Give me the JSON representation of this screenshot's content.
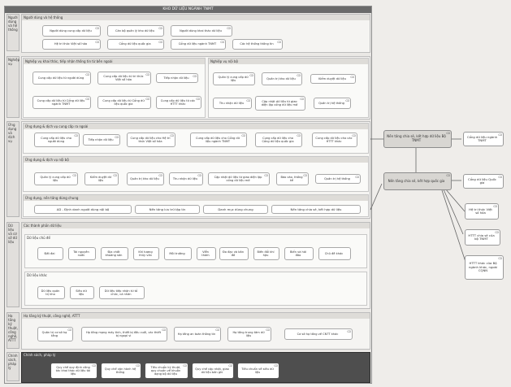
{
  "title": "KHO DỮ LIỆU NGÀNH TNMT",
  "cd": "CD",
  "layers": {
    "users": "Người dùng và hệ thống",
    "business": "Nghiệp vụ",
    "apps": "Ứng dụng và dịch vụ",
    "data": "Dữ liệu và cơ sở dữ liệu",
    "tech": "Hạ tầng kỹ thuật, công nghệ, ATTT",
    "policy": "Chính sách, pháp lý"
  },
  "users_panel": {
    "heading": "Người dùng và hệ thống",
    "boxes": [
      "Người dùng cung cấp dữ liệu",
      "Cán bộ quản lý kho dữ liệu",
      "Người dùng khai thác dữ liệu",
      "Hệ tri thức Việt số hóa",
      "Cổng dữ liệu quốc gia",
      "Cổng dữ liệu ngành TNMT",
      "Các hệ thống thông tin"
    ]
  },
  "biz_left": {
    "heading": "Nghiệp vụ khai thác, tiếp nhận thông tin từ bên ngoài",
    "boxes": [
      "Cung cấp dữ liệu từ người dùng",
      "Cung cấp dữ liệu từ tri thức Việt số hóa",
      "Tiếp nhận dữ liệu",
      "Cung cấp dữ liệu từ Cổng dữ liệu ngành TNMT",
      "Cung cấp dữ liệu từ Cổng dữ liệu quốc gia",
      "Cung cấp dữ liệu từ các HTTT khác"
    ]
  },
  "biz_right": {
    "heading": "Nghiệp vụ nội bộ",
    "boxes": [
      "Quản lý cung cấp dữ liệu",
      "Quản trị kho dữ liệu",
      "Kiểm duyệt dữ liệu",
      "Thu nhận dữ liệu",
      "Cập nhật dữ liệu từ giao diện lập cổng dữ liệu mở",
      "Quản trị hệ thống"
    ]
  },
  "app_ext": {
    "heading": "Ứng dụng & dịch vụ cung cấp ra ngoài",
    "boxes": [
      "Cung cấp dữ liệu cho người dùng",
      "Tiếp nhận dữ liệu",
      "Cung cấp dữ liệu cho Hệ tri thức Việt số hóa",
      "Cung cấp dữ liệu cho Cổng dữ liệu ngành TNMT",
      "Cung cấp dữ liệu cho Cổng dữ liệu quốc gia",
      "Cung cấp dữ liệu cho các HTTT khác"
    ]
  },
  "app_int": {
    "heading": "Ứng dụng & dịch vụ nội bộ",
    "boxes": [
      "Quản lý cung cấp dữ liệu",
      "Kiểm duyệt dữ liệu",
      "Quản trị kho dữ liệu",
      "Thu nhận dữ liệu",
      "Cập nhật dữ liệu từ giao diện lập cổng dữ liệu mở",
      "Báo cáo, thống kê",
      "Quản trị hệ thống"
    ]
  },
  "app_common": {
    "heading": "Ứng dụng, nền tảng dùng chung",
    "boxes": [
      "AD - Định danh người dùng nội bộ",
      "Nền tảng lưu trữ tập tin",
      "Danh mục dùng chung",
      "Nền tảng chia sẻ, kết hợp dữ liệu"
    ]
  },
  "data_section": {
    "heading": "Các thành phần dữ liệu",
    "sub1": "Dữ liệu chủ đề",
    "topics": [
      "Đất đai",
      "Tài nguyên nước",
      "Địa chất khoáng sản",
      "Khí tượng thủy văn",
      "Môi trường",
      "Viễn thám",
      "Đo đạc và bản đồ",
      "Biến đổi khí hậu",
      "Biển và hải đảo",
      "Chủ đề khác"
    ],
    "sub2": "Dữ liệu khác",
    "others": [
      "Dữ liệu quản trị kho",
      "Siêu dữ liệu",
      "Dữ liệu tiếp nhận từ tổ chức, cá nhân"
    ]
  },
  "tech": {
    "heading": "Hạ tầng kỹ thuật, công nghệ, ATTT",
    "boxes": [
      "Quản trị cơ sở hạ tầng",
      "Hạ tầng mạng máy tính, thiết bị đầu cuối, các thiết bị ngoại vi",
      "Hạ tầng an toàn thông tin",
      "Hạ tầng trung tâm dữ liệu",
      "Cơ sở hạ tầng về CNTT khác"
    ]
  },
  "policy": {
    "heading": "Chính sách, pháp lý",
    "boxes": [
      "Quy chế quy định công tác khai thác dữ liệu tài liệu",
      "Quy chế vận hành hệ thống",
      "Tiêu chuẩn kỹ thuật, quy chuẩn về khuôn dạng bộ dữ liệu",
      "Quy chế cập nhật, giao dữ liệu bản ghi",
      "Tiêu chuẩn về siêu dữ liệu"
    ]
  },
  "right": {
    "share_tnmt": "Nền tảng chia sẻ, kết hợp dữ liệu Bộ TNMT",
    "share_qg": "Nền tảng chia sẻ, kết hợp quốc gia",
    "ext": [
      "Cổng dữ liệu ngành TNMT",
      "Cổng dữ liệu Quốc gia",
      "Hệ tri thức Việt số hóa",
      "HTTT chia sẻ của bộ TNMT",
      "HTTT khác của Bộ ngành khác, ngoài CQNN"
    ]
  }
}
